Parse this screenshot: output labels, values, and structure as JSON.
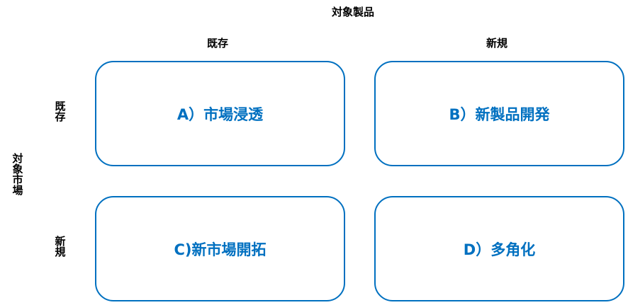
{
  "axis_product": {
    "title": "対象製品",
    "existing": "既存",
    "new": "新規"
  },
  "axis_market": {
    "title": "対象市場",
    "existing": "既存",
    "new": "新規"
  },
  "quadrants": [
    {
      "label": "A）市場浸透"
    },
    {
      "label": "B）新製品開発"
    },
    {
      "label": "C)新市場開拓"
    },
    {
      "label": "D）多角化"
    }
  ],
  "colors": {
    "accent": "#0070C0"
  }
}
